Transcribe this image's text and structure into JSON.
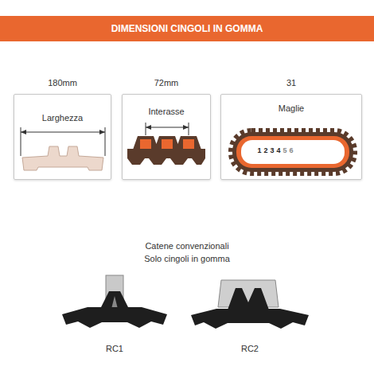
{
  "diagram": {
    "title": "DIMENSIONI CINGOLI IN GOMMA",
    "nodes": [
      {
        "text": [
          "180mm",
          "Larghezza"
        ]
      },
      {
        "text": [
          "72mm",
          "Interasse"
        ]
      },
      {
        "text": [
          "31",
          "Maglie"
        ]
      }
    ],
    "labels": [
      "Catene convenzionali",
      "Solo cingoli in gomma",
      "RC1",
      "RC2",
      "1",
      "2",
      "3",
      "4",
      "5",
      "6"
    ]
  }
}
